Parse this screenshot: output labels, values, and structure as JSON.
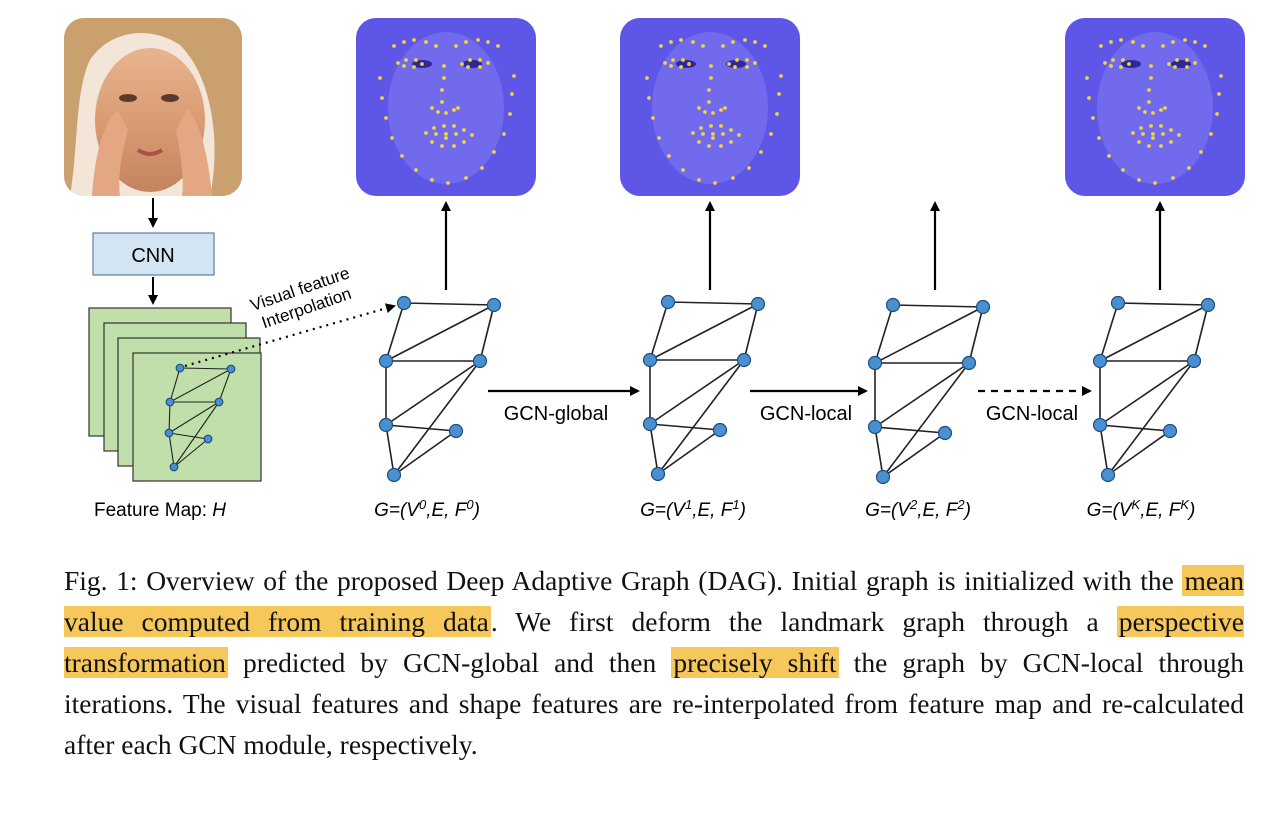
{
  "figure": {
    "cnn_label": "CNN",
    "interp_line1": "Visual feature",
    "interp_line2": "Interpolation",
    "feature_map_label": "Feature Map:",
    "feature_map_var": "H",
    "steps": [
      {
        "label": "GCN-global",
        "style": "solid"
      },
      {
        "label": "GCN-local",
        "style": "solid"
      },
      {
        "label": "GCN-local",
        "style": "dashed"
      }
    ],
    "graph_labels": [
      {
        "prefix": "G=(V",
        "sup1": "0",
        "mid": ",E, F",
        "sup2": "0",
        "suffix": ")"
      },
      {
        "prefix": "G=(V",
        "sup1": "1",
        "mid": ",E, F",
        "sup2": "1",
        "suffix": ")"
      },
      {
        "prefix": "G=(V",
        "sup1": "2",
        "mid": ",E, F",
        "sup2": "2",
        "suffix": ")"
      },
      {
        "prefix": "G=(V",
        "sup1": "K",
        "mid": ",E, F",
        "sup2": "K",
        "suffix": ")"
      }
    ],
    "colors": {
      "cnn_box": "#d3e4f3",
      "feature_map": "#c0dfab",
      "node": "#4a8fd0",
      "face_overlay": "#5d56e6",
      "landmark": "#f4d23c",
      "highlight": "#f6c75a"
    }
  },
  "caption": {
    "fig_label": "Fig. 1:",
    "seg1": " Overview of the proposed Deep Adaptive Graph (DAG). Initial graph is initialized with the ",
    "hl1": "mean value computed from training data",
    "seg2": ". We first deform the landmark graph through a ",
    "hl2": "perspective transformation",
    "seg3": " predicted by GCN-global and then ",
    "hl3": "precisely shift",
    "seg4": " the graph by GCN-local through iterations. The visual features and shape features are re-interpolated from feature map and re-calculated after each GCN module, respectively."
  }
}
